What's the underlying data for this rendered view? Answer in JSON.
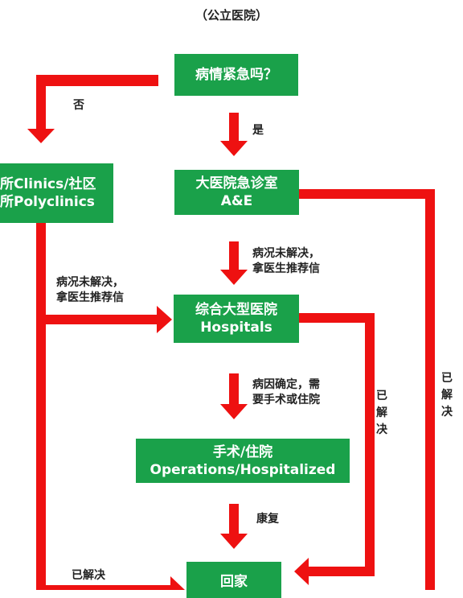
{
  "title": "（公立医院）",
  "colors": {
    "box": "#1aa14a",
    "arrow": "#ee1111",
    "text": "#222222"
  },
  "nodes": {
    "emergency_question": {
      "line1": "病情紧急吗？"
    },
    "clinics": {
      "line1": "所Clinics/社区",
      "line2": "所Polyclinics"
    },
    "ae": {
      "line1": "大医院急诊室",
      "line2": "A&E"
    },
    "hospitals": {
      "line1": "综合大型医院",
      "line2": "Hospitals"
    },
    "operations": {
      "line1": "手术/住院",
      "line2": "Operations/Hospitalized"
    },
    "home": {
      "line1": "回家"
    }
  },
  "edge_labels": {
    "no": "否",
    "yes": "是",
    "ae_unresolved_1": "病况未解决，",
    "ae_unresolved_2": "拿医生推荐信",
    "clinic_unresolved_1": "病况未解决，",
    "clinic_unresolved_2": "拿医生推荐信",
    "diagnosed_1": "病因确定，需",
    "diagnosed_2": "要手术或住院",
    "recovery": "康复",
    "clinic_resolved": "已解决",
    "hospital_resolved": "已解决",
    "ae_resolved": "已解决"
  }
}
